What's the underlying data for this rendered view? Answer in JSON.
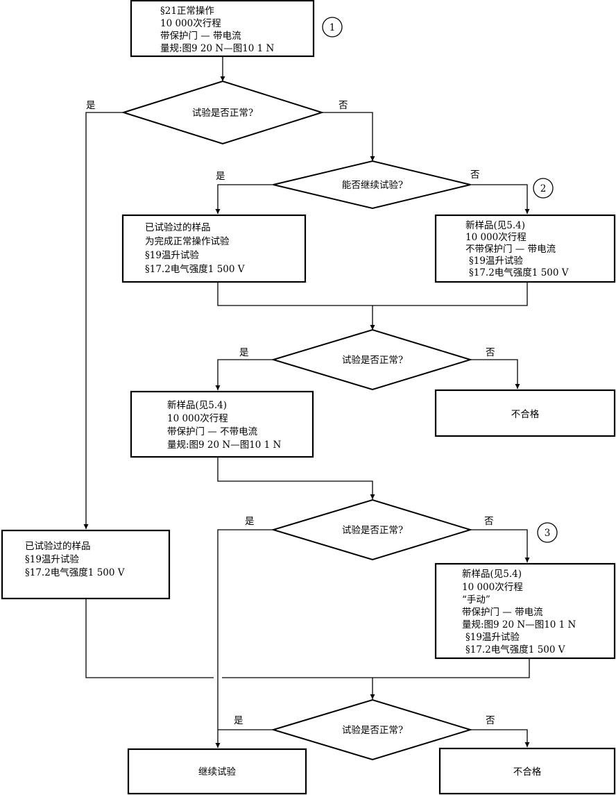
{
  "box1": {
    "lines": [
      "§21正常操作",
      "10 000次行程",
      "带保护门 — 带电流",
      "量规:图9 20 N—图10 1 N"
    ],
    "marker": "1"
  },
  "decision1": {
    "label": "试验是否正常?",
    "yes": "是",
    "no": "否"
  },
  "decision2": {
    "label": "能否继续试验?",
    "yes": "是",
    "no": "否"
  },
  "box2": {
    "lines": [
      "已试验过的样品",
      "为完成正常操作试验",
      "§19温升试验",
      "§17.2电气强度1 500 V"
    ]
  },
  "box3": {
    "lines": [
      "新样品(见5.4)",
      "10 000次行程",
      "不带保护门 — 带电流",
      "§19温升试验",
      "§17.2电气强度1 500 V"
    ],
    "marker": "2"
  },
  "decision3": {
    "label": "试验是否正常?",
    "yes": "是",
    "no": "否"
  },
  "box4": {
    "lines": [
      "新样品(见5.4)",
      "10 000次行程",
      "带保护门 — 不带电流",
      "量规:图9 20 N—图10 1 N"
    ]
  },
  "fail1": {
    "label": "不合格"
  },
  "decision4": {
    "label": "试验是否正常?",
    "yes": "是",
    "no": "否"
  },
  "box5": {
    "lines": [
      "已试验过的样品",
      "§19温升试验",
      "§17.2电气强度1 500 V"
    ]
  },
  "box6": {
    "lines": [
      "新样品(见5.4)",
      "10 000次行程",
      "“手动”",
      "带保护门 — 带电流",
      "量规:图9 20 N—图10 1 N",
      "§19温升试验",
      "§17.2电气强度1 500 V"
    ],
    "marker": "3"
  },
  "decision5": {
    "label": "试验是否正常?",
    "yes": "是",
    "no": "否"
  },
  "continue": {
    "label": "继续试验"
  },
  "fail2": {
    "label": "不合格"
  }
}
